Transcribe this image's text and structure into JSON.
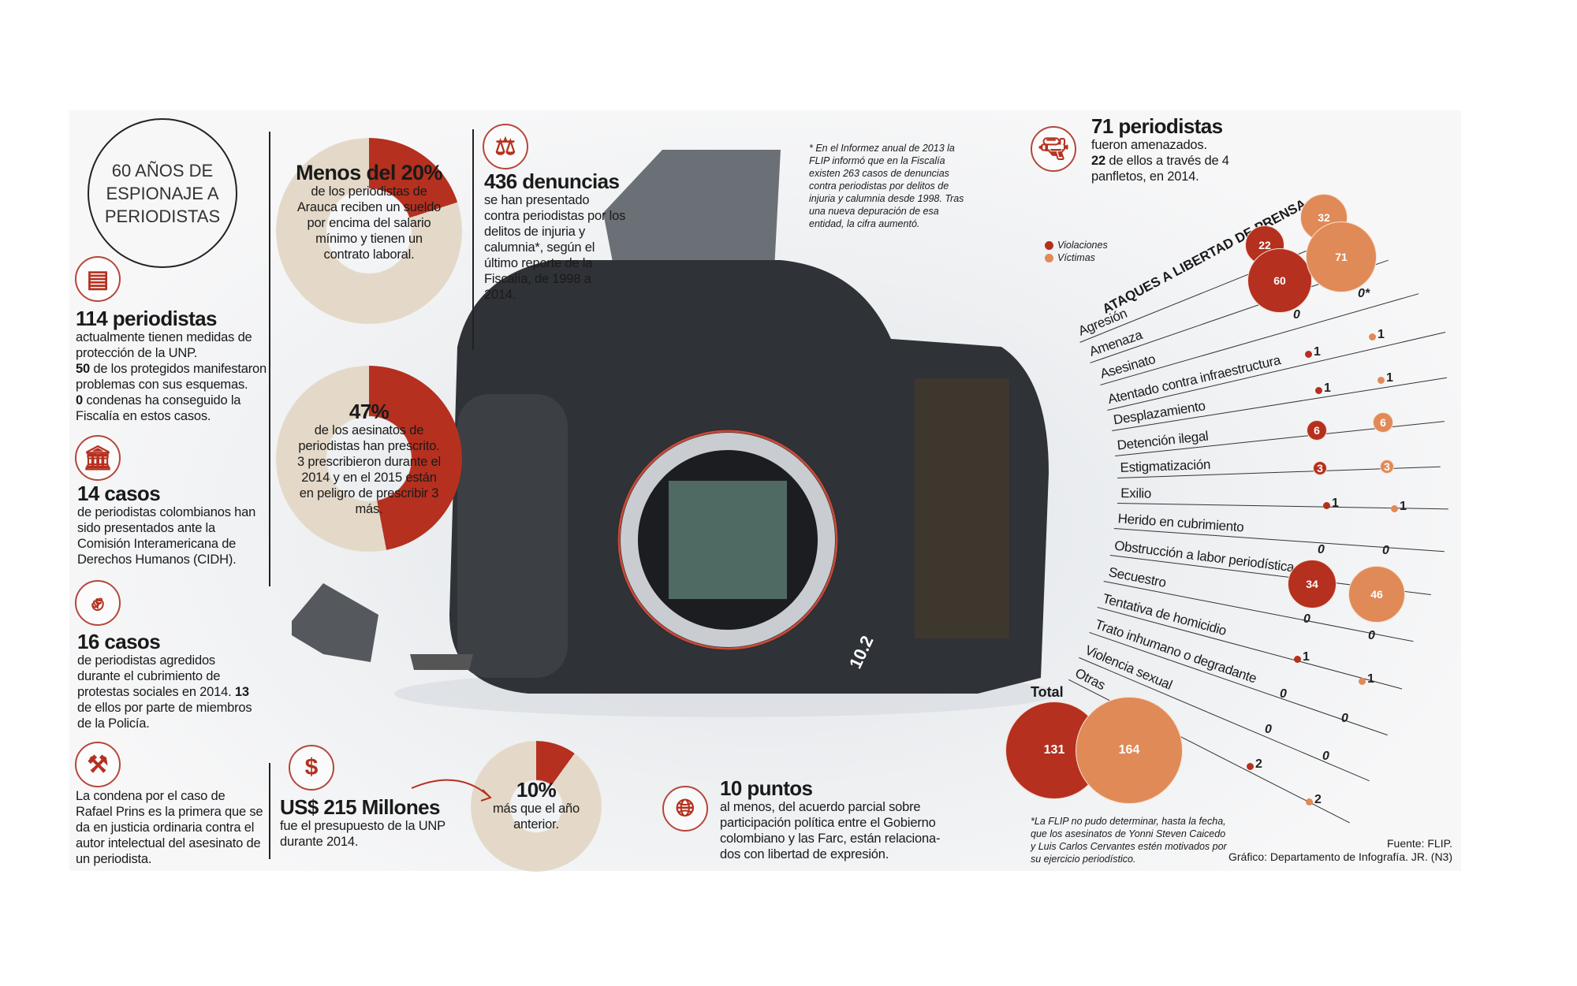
{
  "colors": {
    "violaciones": "#b5301f",
    "victimas": "#e08a58",
    "ring_bg": "#e4d9c8"
  },
  "title_circle": "60 AÑOS DE ESPIONAJE A PERIODISTAS",
  "left": [
    {
      "icon": "newspaper-icon",
      "heading": "114 periodistas",
      "lines": [
        "actualmente tienen medidas de",
        "protección de la UNP."
      ],
      "extra": [
        {
          "b": "50",
          "t": " de los protegidos manifestaron problemas con sus esquemas."
        },
        {
          "b": "0",
          "t": " condenas ha conseguido la Fiscalía en estos casos."
        }
      ]
    },
    {
      "icon": "courthouse-icon",
      "heading": "14 casos",
      "text": "de periodistas colombianos han sido presentados ante la Comisión Interamericana de Derechos Humanos (CIDH)."
    },
    {
      "icon": "aggression-icon",
      "heading": "16 casos",
      "text": "de periodistas agredidos durante el cubrimiento de protestas sociales en 2014.",
      "extra_b": "13",
      "extra_t": " de ellos por parte de miembros de la Policía."
    },
    {
      "icon": "gavel-icon",
      "text": "La condena por el caso de Rafael Prins es la primera que se da en justicia ordinaria contra el autor intelectual del asesinato de un periodista."
    }
  ],
  "donuts": [
    {
      "value_pct": 20,
      "heading": "Menos del 20%",
      "text": "de los periodistas de Arauca reciben un sueldo por encima del salario mínimo y tienen un contrato laboral."
    },
    {
      "value_pct": 47,
      "heading": "47%",
      "text": "de los aesinatos de periodistas han prescrito. 3 prescribieron durante el 2014 y en el 2015 están en peligro de prescribir 3 más."
    },
    {
      "value_pct": 10,
      "heading": "10%",
      "text": "más que el año anterior."
    }
  ],
  "budget": {
    "icon": "dollar-icon",
    "heading": "US$ 215 Millones",
    "text": "fue el presupuesto de la UNP durante 2014."
  },
  "denuncias": {
    "icon": "scales-icon",
    "heading": "436 denuncias",
    "text": "se han presentado contra periodistas por los delitos de injuria y calumnia*, según el último reporte de la Fiscalía, de 1998 a 2014."
  },
  "footnote_top": "* En el Informez anual de 2013 la FLIP informó que en la Fiscalía existen 263 casos de denuncias contra periodistas por delitos de injuria y calumnia desde 1998. Tras una nueva depuración de esa entidad, la cifra aumentó.",
  "amenazados": {
    "icon": "revolver-icon",
    "heading": "71 periodistas",
    "line1": "fueron amenazados.",
    "b": "22",
    "t": " de ellos a través de 4 panfletos, en 2014."
  },
  "puntos": {
    "icon": "globe-icon",
    "heading": "10 puntos",
    "text": "al menos, del acuerdo parcial sobre participación política entre el Gobierno colombiano y las Farc, están relaciona-dos con libertad de expresión."
  },
  "chart_data": {
    "type": "bubble",
    "title": "ATAQUES A LIBERTAD DE PRENSA",
    "legend": [
      "Violaciones",
      "Víctimas"
    ],
    "categories": [
      "Agresión",
      "Amenaza",
      "Asesinato",
      "Atentado contra infraestructura",
      "Desplazamiento",
      "Detención ilegal",
      "Estigmatización",
      "Exilio",
      "Herido en cubrimiento",
      "Obstrucción a labor periodística",
      "Secuestro",
      "Tentativa de homicidio",
      "Trato inhumano o degradante",
      "Violencia sexual",
      "Otras"
    ],
    "series": [
      {
        "name": "Violaciones",
        "values": [
          22,
          60,
          0,
          1,
          1,
          6,
          3,
          1,
          0,
          34,
          0,
          1,
          0,
          0,
          2
        ],
        "labels": [
          "22",
          "60",
          "0",
          "1",
          "1",
          "6",
          "3",
          "1",
          "0",
          "34",
          "0",
          "1",
          "0",
          "0",
          "2"
        ]
      },
      {
        "name": "Víctimas",
        "values": [
          32,
          71,
          0,
          1,
          1,
          6,
          3,
          1,
          0,
          46,
          0,
          1,
          0,
          0,
          2
        ],
        "labels": [
          "32",
          "71",
          "0*",
          "1",
          "1",
          "6",
          "3",
          "1",
          "0",
          "46",
          "0",
          "1",
          "0",
          "0",
          "2"
        ]
      }
    ],
    "total_label": "Total",
    "totals": {
      "Violaciones": "131",
      "Víctimas": "164"
    }
  },
  "footnote_bottom": "*La FLIP no pudo determinar, hasta la fecha, que los asesinatos de Yonni Steven Caicedo y Luis Carlos Cervantes estén motivados por su ejercicio periodístico.",
  "source": "Fuente: FLIP.",
  "credit": "Gráfico: Departamento de Infografía. JR. (N3)"
}
